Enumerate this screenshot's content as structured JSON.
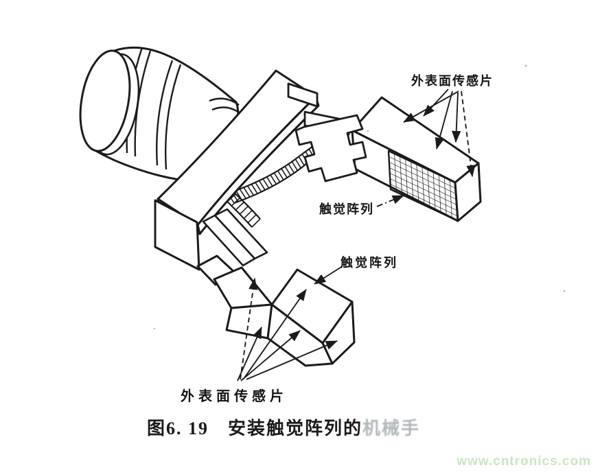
{
  "figure": {
    "type": "technical-line-diagram",
    "subject": "robot gripper wrist with tactile sensor arrays mounted on fingers",
    "labels": {
      "outer_sensor_top": "外表面传感片",
      "tactile_array_right": "触觉阵列",
      "tactile_array_center": "触觉阵列",
      "outer_sensor_bottom": "外表面传感片"
    },
    "caption": {
      "number": "图6. 19",
      "text": "安装触觉阵列的",
      "text_faded": "机械手"
    },
    "watermark": "www.cntronics.com",
    "colors": {
      "ink": "#1b1b1b",
      "background": "#ffffff",
      "watermark": "#cbe6c2"
    }
  }
}
